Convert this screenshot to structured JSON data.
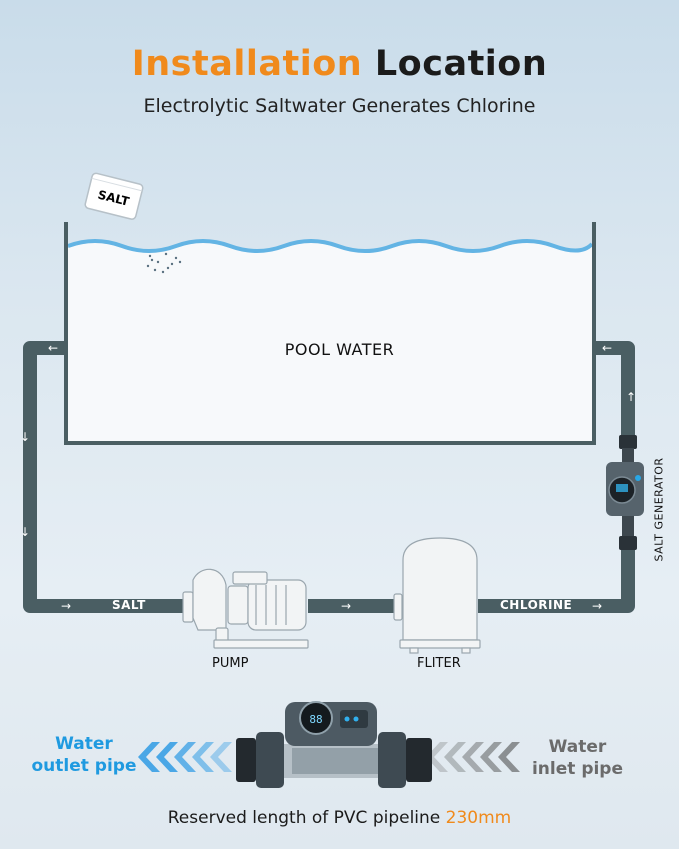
{
  "header": {
    "title_accent": "Installation",
    "title_rest": "Location",
    "subtitle": "Electrolytic Saltwater Generates Chlorine"
  },
  "diagram": {
    "salt_bag_label": "SALT",
    "pool_label": "POOL WATER",
    "pipe_label_salt": "SALT",
    "pipe_label_chlorine": "CHLORINE",
    "pump_label": "PUMP",
    "filter_label": "FLITER",
    "generator_label": "SALT GENERATOR",
    "arrow_glyphs": [
      "←",
      "↓",
      "→",
      "↑"
    ]
  },
  "detail": {
    "outlet_line1": "Water",
    "outlet_line2": "outlet pipe",
    "inlet_line1": "Water",
    "inlet_line2": "inlet pipe",
    "device_display": "88"
  },
  "footer": {
    "text": "Reserved length of PVC pipeline",
    "value": "230mm"
  },
  "colors": {
    "accent_orange": "#f08a1c",
    "outlet_blue": "#1f9ae0",
    "inlet_gray": "#6b6b6b",
    "pipe": "#4a5e63",
    "water_wave": "#63b4e4"
  }
}
